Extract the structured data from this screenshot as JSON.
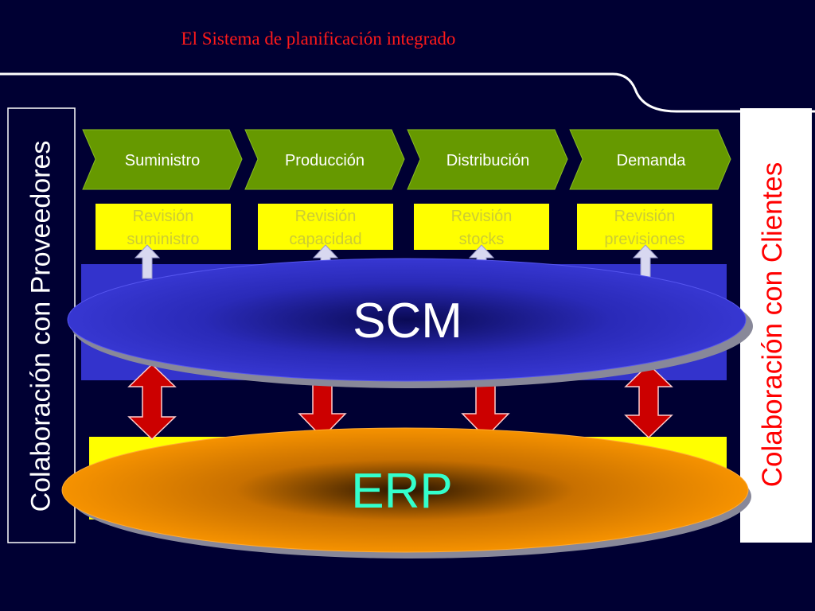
{
  "slide": {
    "title": "El Sistema de planificación integrado",
    "supplier_collab": "Colaboración con Proveedores",
    "customer_collab": "Colaboración con Clientes"
  },
  "process_steps": [
    "Suministro",
    "Producción",
    "Distribución",
    "Demanda"
  ],
  "reviews": [
    "Revisión\nsuministro",
    "Revisión\ncapacidad",
    "Revisión\nstocks",
    "Revisión\nprevisiones"
  ],
  "systems": {
    "scm": "SCM",
    "erp": "ERP"
  },
  "colors": {
    "background": "#000033",
    "chevron": "#669900",
    "review_box": "#ffff00",
    "scm": "#3333cc",
    "erp": "#ff9900",
    "arrow_red": "#cc0000",
    "title": "#ff1a1a"
  }
}
